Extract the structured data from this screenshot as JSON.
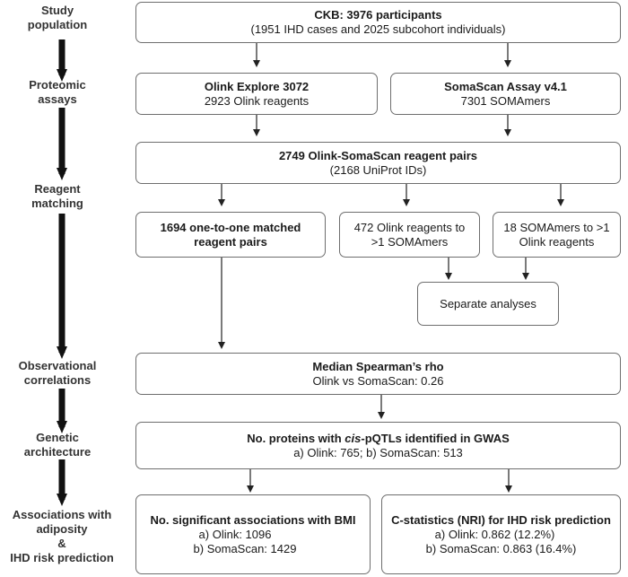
{
  "stages": [
    {
      "line1": "Study",
      "line2": "population"
    },
    {
      "line1": "Proteomic",
      "line2": "assays"
    },
    {
      "line1": "Reagent",
      "line2": "matching"
    },
    {
      "line1": "Observational",
      "line2": "correlations"
    },
    {
      "line1": "Genetic",
      "line2": "architecture"
    },
    {
      "line1": "Associations with",
      "line2": "adiposity",
      "line3": "&",
      "line4": "IHD risk prediction"
    }
  ],
  "boxes": {
    "ckb": {
      "title": "CKB: 3976 participants",
      "sub": "(1951 IHD cases and 2025 subcohort individuals)"
    },
    "olink": {
      "title": "Olink Explore 3072",
      "sub": "2923 Olink reagents"
    },
    "somascan": {
      "title": "SomaScan Assay v4.1",
      "sub": "7301 SOMAmers"
    },
    "pairs": {
      "title": "2749 Olink-SomaScan reagent pairs",
      "sub": "(2168 UniProt IDs)"
    },
    "one_to_one": {
      "line1": "1694 one-to-one matched",
      "line2": "reagent pairs"
    },
    "olink_multi": {
      "line1": "472 Olink reagents to",
      "line2": ">1 SOMAmers"
    },
    "soma_multi": {
      "line1": "18 SOMAmers to >1",
      "line2": "Olink reagents"
    },
    "separate": {
      "label": "Separate analyses"
    },
    "spearman": {
      "title": "Median Spearman’s rho",
      "sub": "Olink vs SomaScan: 0.26"
    },
    "gwas": {
      "title_pre": "No. proteins with ",
      "title_em": "cis",
      "title_post": "-pQTLs identified in GWAS",
      "sub": "a) Olink: 765; b) SomaScan: 513"
    },
    "bmi": {
      "title": "No. significant associations with BMI",
      "a": "a)  Olink: 1096",
      "b": "b)  SomaScan: 1429"
    },
    "cstat": {
      "title": "C-statistics (NRI) for IHD risk prediction",
      "a": "a)  Olink: 0.862 (12.2%)",
      "b": "b)  SomaScan: 0.863 (16.4%)"
    }
  }
}
